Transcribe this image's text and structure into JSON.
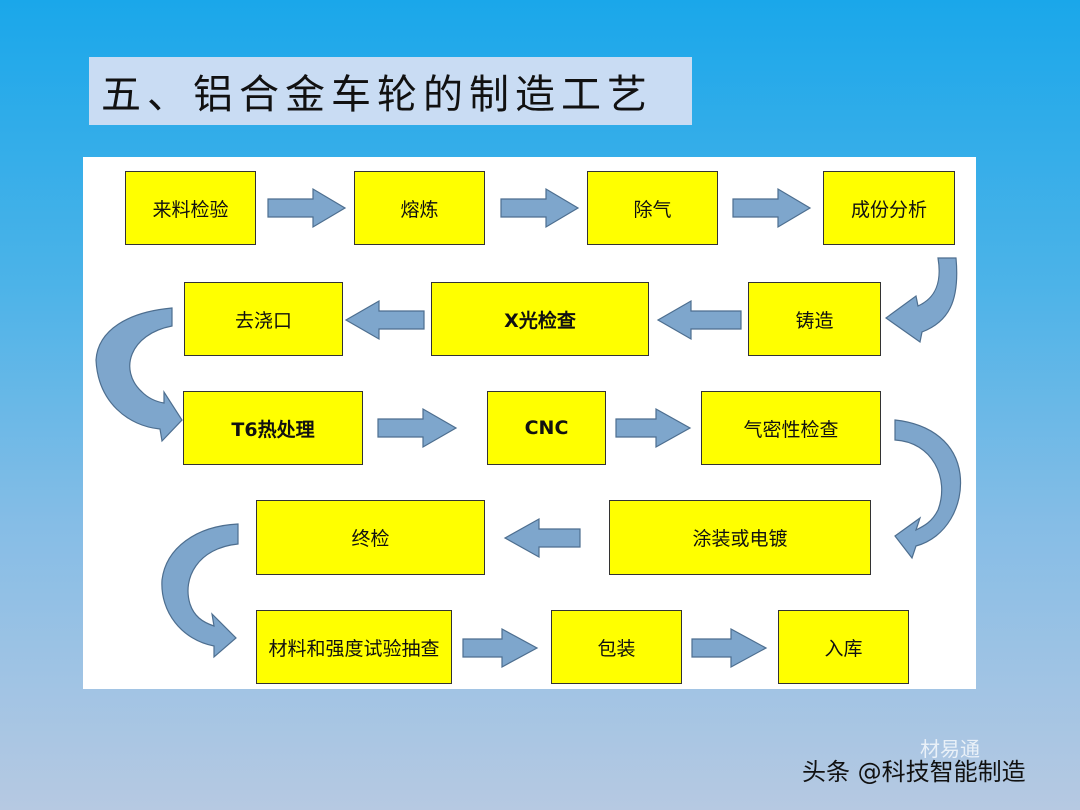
{
  "title": "五、铝合金车轮的制造工艺",
  "steps": [
    "来料检验",
    "熔炼",
    "除气",
    "成份分析",
    "铸造",
    "X光检查",
    "去浇口",
    "T6热处理",
    "CNC",
    "气密性检查",
    "涂装或电镀",
    "终检",
    "材料和强度试验抽查",
    "包装",
    "入库"
  ],
  "watermark": "头条 @科技智能制造",
  "watermark_faint": "材易通",
  "colors": {
    "box_fill": "#ffff00",
    "arrow_fill": "#7ea6cc",
    "title_bg": "#c9dcf3"
  }
}
